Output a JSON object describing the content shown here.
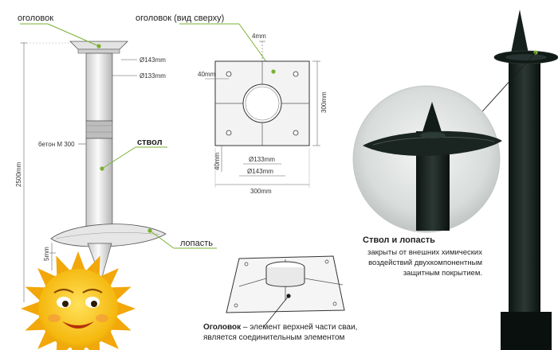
{
  "labels": {
    "head": "оголовок",
    "head_top": "оголовок (вид сверху)",
    "d143": "Ø143mm",
    "d133": "Ø133mm",
    "concrete": "бетон М 300",
    "trunk": "ствол",
    "blade": "лопасть",
    "length": "2500mm",
    "gap": "5mm"
  },
  "top_view_dims": {
    "d4": "4mm",
    "d40": "40mm",
    "d300_side": "300mm",
    "d40_left": "40mm",
    "d133": "Ø133mm",
    "d143": "Ø143mm",
    "d300_bottom": "300mm"
  },
  "captions": {
    "trunk_blade_title": "Ствол и лопасть",
    "trunk_blade_text": "закрыты от внешних  химических воздействий двухкомпонентным защитным покрытием.",
    "head_title": "Оголовок",
    "head_text": " – элемент верхней части сваи, является соединительным элементом"
  },
  "colors": {
    "pile_dark": "#1a2420",
    "label_green": "#7ab030",
    "sun": "#f7c51e"
  }
}
